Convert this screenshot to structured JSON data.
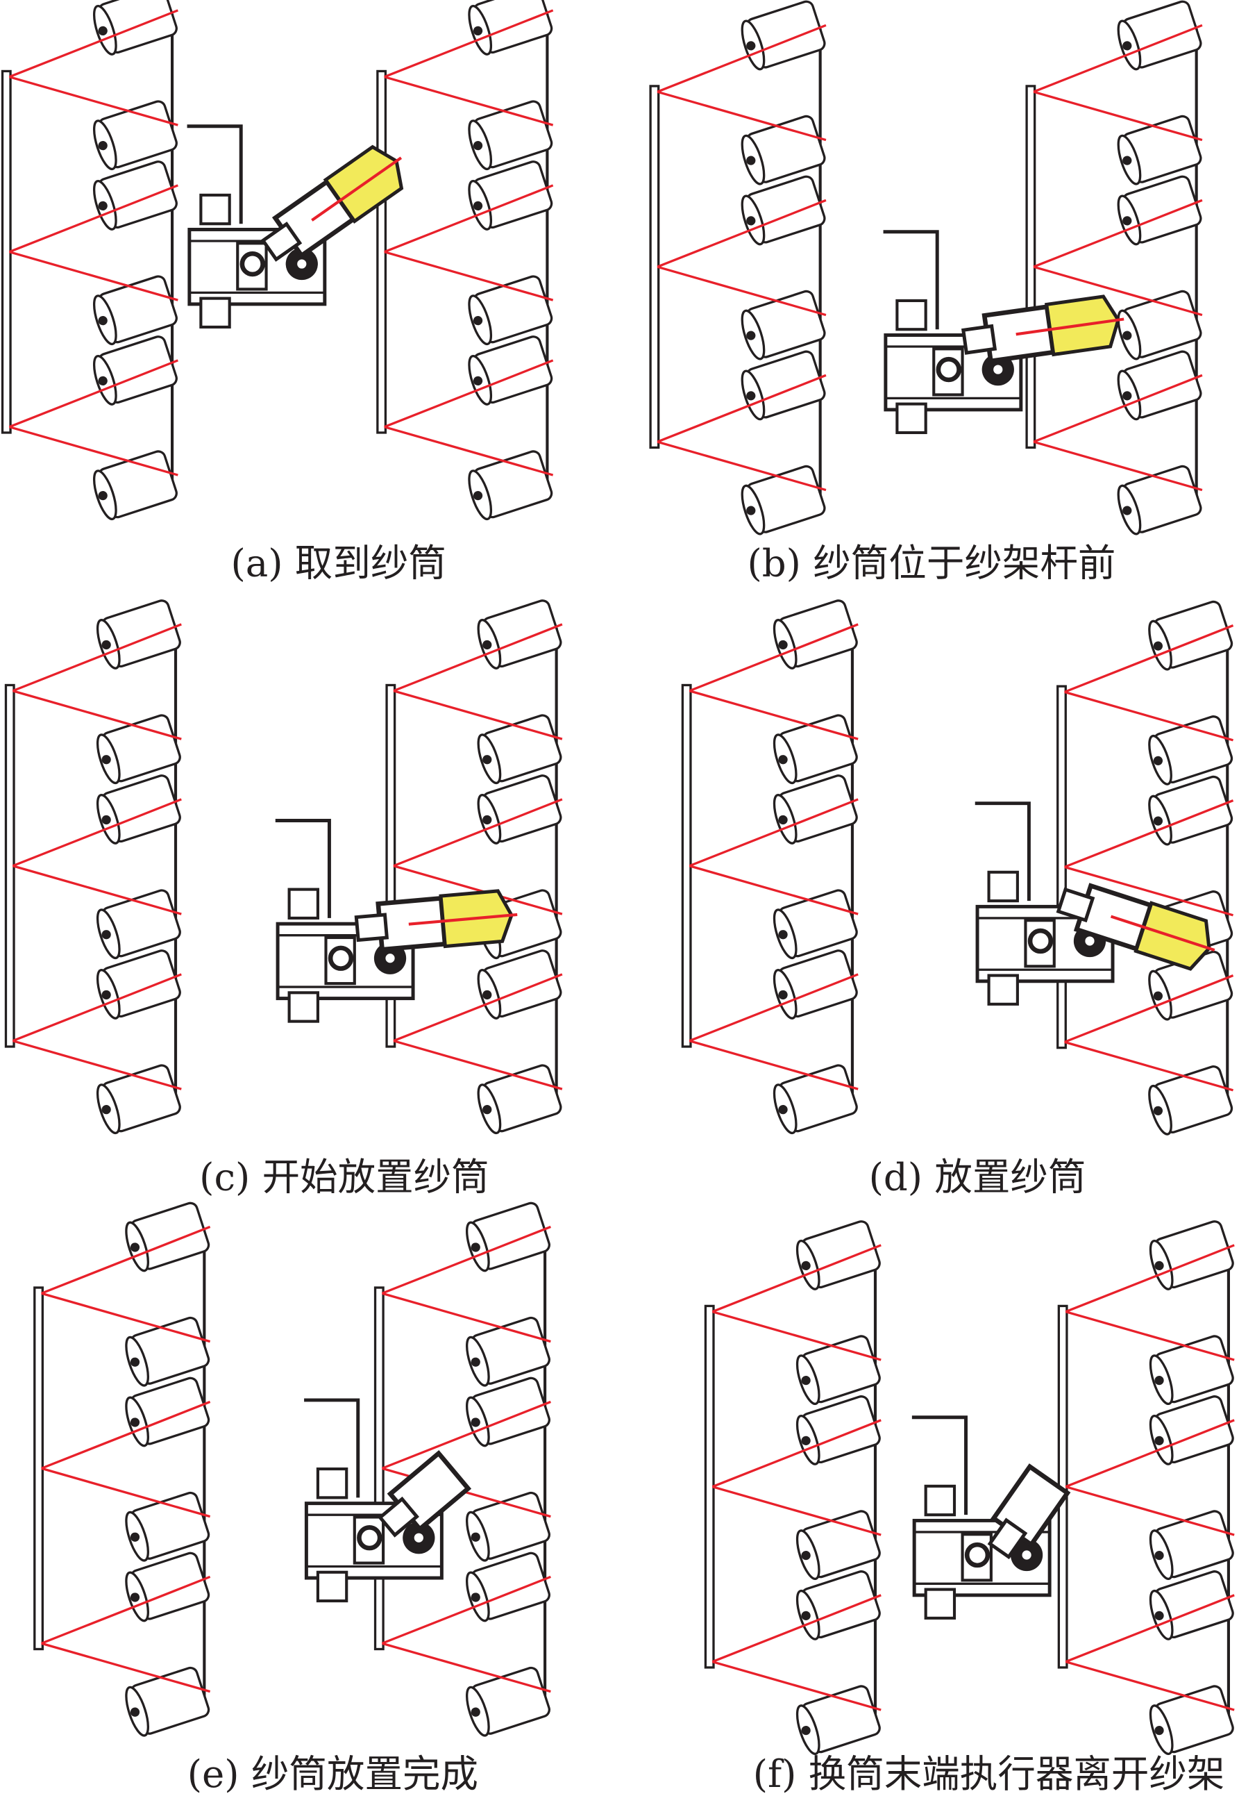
{
  "colors": {
    "line": "#231f20",
    "thread": "#e8202a",
    "gripper": "#f2ea5a"
  },
  "panels": [
    {
      "id": "a",
      "caption": "(a) 取到纱筒",
      "gripper": true
    },
    {
      "id": "b",
      "caption": "(b) 纱筒位于纱架杆前",
      "gripper": true
    },
    {
      "id": "c",
      "caption": "(c) 开始放置纱筒",
      "gripper": true
    },
    {
      "id": "d",
      "caption": "(d) 放置纱筒",
      "gripper": true
    },
    {
      "id": "e",
      "caption": "(e) 纱筒放置完成",
      "gripper": false
    },
    {
      "id": "f",
      "caption": "(f) 换筒末端执行器离开纱架",
      "gripper": false
    }
  ]
}
